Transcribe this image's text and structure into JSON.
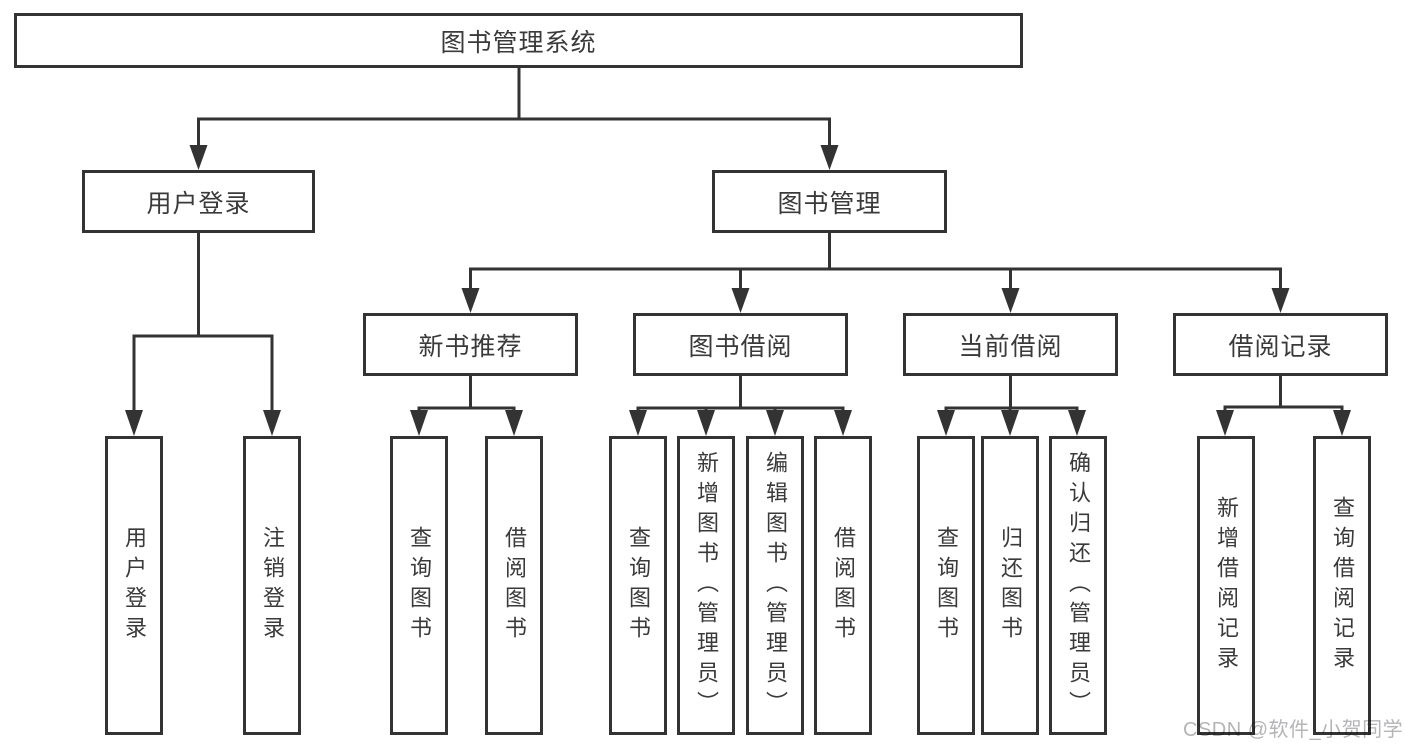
{
  "diagram": {
    "type": "hierarchy-tree",
    "tree": {
      "root": {
        "label": "图书管理系统",
        "children": [
          {
            "label": "用户登录",
            "children": [
              {
                "label": "用户登录"
              },
              {
                "label": "注销登录"
              }
            ]
          },
          {
            "label": "图书管理",
            "children": [
              {
                "label": "新书推荐",
                "children": [
                  {
                    "label": "查询图书"
                  },
                  {
                    "label": "借阅图书"
                  }
                ]
              },
              {
                "label": "图书借阅",
                "children": [
                  {
                    "label": "查询图书"
                  },
                  {
                    "label": "新增图书（管理员）"
                  },
                  {
                    "label": "编辑图书（管理员）"
                  },
                  {
                    "label": "借阅图书"
                  }
                ]
              },
              {
                "label": "当前借阅",
                "children": [
                  {
                    "label": "查询图书"
                  },
                  {
                    "label": "归还图书"
                  },
                  {
                    "label": "确认归还（管理员）"
                  }
                ]
              },
              {
                "label": "借阅记录",
                "children": [
                  {
                    "label": "新增借阅记录"
                  },
                  {
                    "label": "查询借阅记录"
                  }
                ]
              }
            ]
          }
        ]
      }
    }
  },
  "watermark": {
    "text": "CSDN @软件_小贺同学"
  },
  "colors": {
    "line": "#333333",
    "text": "#3a3a3a",
    "background": "#ffffff",
    "watermark": "#b5b5b8"
  }
}
